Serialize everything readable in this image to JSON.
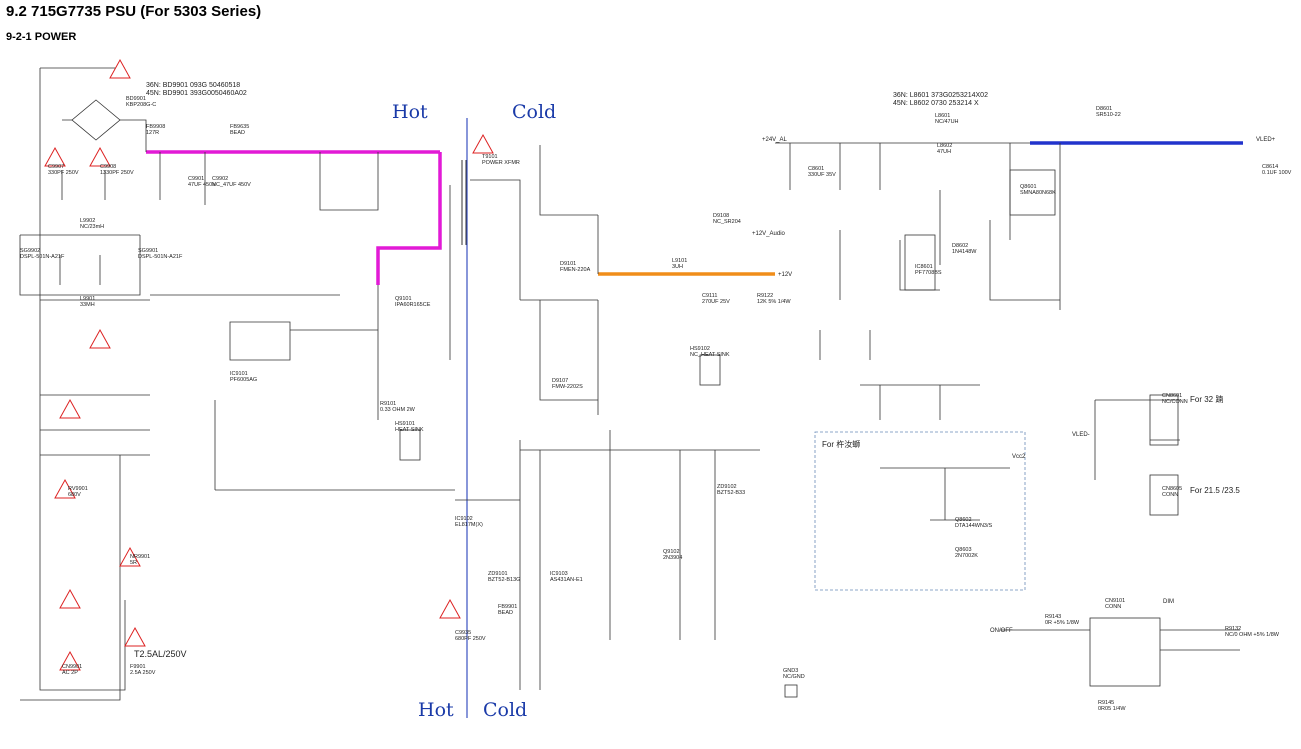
{
  "header": {
    "title": "9.2 715G7735 PSU (For 5303 Series)",
    "subtitle": "9-2-1 POWER"
  },
  "zones": {
    "hot": "Hot",
    "cold": "Cold"
  },
  "notes": {
    "bd_36n": "36N: BD9901 093G  50460518",
    "bd_45n": "45N: BD9901 393G0050460A02",
    "l_36n": "36N: L8601 373G0253214X02",
    "l_45n": "45N: L8602 0730 253214  X",
    "fuse": "T2.5AL/250V",
    "for_box": "For 杵汝螄",
    "for_32": "For 32 𨂾",
    "for_215": "For 21.5 /23.5"
  },
  "rails": {
    "v24": "+24V_AL",
    "v12": "+12V",
    "v12a": "+12V_Audio",
    "ledp": "VLED+",
    "ledm": "VLED-",
    "vcc2": "Vcc2",
    "onoff": "ON/OFF",
    "dim": "DIM"
  },
  "parts": [
    {
      "ref": "BD9901",
      "val": "KBP208G-C"
    },
    {
      "ref": "FB9908",
      "val": "127R"
    },
    {
      "ref": "FB9635",
      "val": "BEAD"
    },
    {
      "ref": "C9907",
      "val": "330PF 250V"
    },
    {
      "ref": "C9908",
      "val": "1330PF 250V"
    },
    {
      "ref": "C9901",
      "val": "47UF 450V"
    },
    {
      "ref": "C9902",
      "val": "NC_47UF 450V"
    },
    {
      "ref": "L9902",
      "val": "NC/23mH"
    },
    {
      "ref": "SG9902",
      "val": "DSPL-501N-A21F"
    },
    {
      "ref": "SG9901",
      "val": "DSPL-501N-A21F"
    },
    {
      "ref": "L9901",
      "val": "33MH"
    },
    {
      "ref": "T9101",
      "val": "POWER XFMR"
    },
    {
      "ref": "D9101",
      "val": "FMEN-220A"
    },
    {
      "ref": "D9107",
      "val": "FMW-2202S"
    },
    {
      "ref": "L9101",
      "val": "3UH"
    },
    {
      "ref": "C9111",
      "val": "270UF 25V"
    },
    {
      "ref": "R9122",
      "val": "12K 5% 1/4W"
    },
    {
      "ref": "IC9101",
      "val": "PF6005AG"
    },
    {
      "ref": "Q9101",
      "val": "IPA60R165CE"
    },
    {
      "ref": "R9101",
      "val": "0.33 OHM 2W"
    },
    {
      "ref": "HS9101",
      "val": "HEAT SINK"
    },
    {
      "ref": "HS9102",
      "val": "NC_HEAT SINK"
    },
    {
      "ref": "IC9102",
      "val": "EL817M(X)"
    },
    {
      "ref": "IC9103",
      "val": "AS431AN-E1"
    },
    {
      "ref": "ZD9101",
      "val": "BZT52-B13G"
    },
    {
      "ref": "ZD9102",
      "val": "BZT52-B33"
    },
    {
      "ref": "Q9102",
      "val": "2N3904"
    },
    {
      "ref": "FB9901",
      "val": "BEAD"
    },
    {
      "ref": "C9935",
      "val": "680PF 250V"
    },
    {
      "ref": "CN9901",
      "val": "AC 2P"
    },
    {
      "ref": "F9901",
      "val": "2.5A 250V"
    },
    {
      "ref": "NR9901",
      "val": "5R"
    },
    {
      "ref": "RV9901",
      "val": "680V"
    },
    {
      "ref": "L8601",
      "val": "NC/47UH"
    },
    {
      "ref": "L8602",
      "val": "47UH"
    },
    {
      "ref": "D8601",
      "val": "SR510-22"
    },
    {
      "ref": "Q8601",
      "val": "SMNA80N68K"
    },
    {
      "ref": "IC8601",
      "val": "PF7708BS"
    },
    {
      "ref": "D8602",
      "val": "1N4148W"
    },
    {
      "ref": "Q8602",
      "val": "DTA144WN3/S"
    },
    {
      "ref": "Q8603",
      "val": "2N7002K"
    },
    {
      "ref": "CN8601",
      "val": "NC/CONN"
    },
    {
      "ref": "CN8605",
      "val": "CONN"
    },
    {
      "ref": "CN9101",
      "val": "CONN"
    },
    {
      "ref": "GND3",
      "val": "NC/GND"
    },
    {
      "ref": "D9108",
      "val": "NC_SR204"
    },
    {
      "ref": "C8601",
      "val": "330UF 35V"
    },
    {
      "ref": "C8614",
      "val": "0.1UF 100V"
    },
    {
      "ref": "R9145",
      "val": "0R05 1/4W"
    },
    {
      "ref": "R9143",
      "val": "0R +5% 1/8W"
    },
    {
      "ref": "R9132",
      "val": "NC/0 OHM +5% 1/8W"
    }
  ]
}
